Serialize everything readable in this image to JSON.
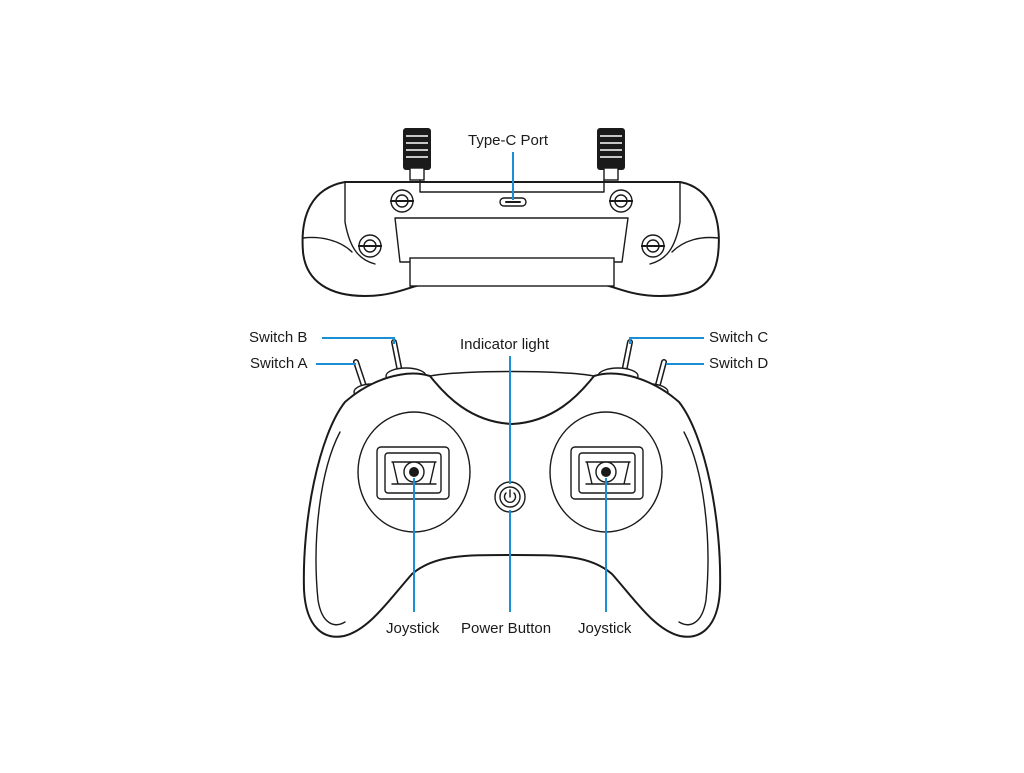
{
  "labels": {
    "type_c_port": "Type-C Port",
    "switch_b": "Switch B",
    "switch_a": "Switch A",
    "switch_c": "Switch C",
    "switch_d": "Switch D",
    "indicator_light": "Indicator light",
    "joystick_left": "Joystick",
    "power_button": "Power Button",
    "joystick_right": "Joystick"
  },
  "colors": {
    "callout_line": "#1a8fd6",
    "outline": "#1a1a1a",
    "background": "#ffffff"
  },
  "icons": [
    "power-icon"
  ]
}
